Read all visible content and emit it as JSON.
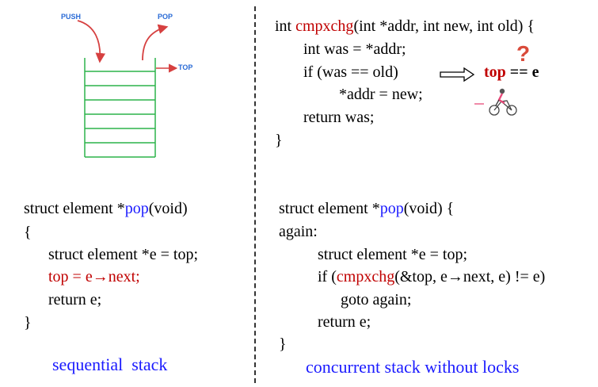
{
  "stack_diagram": {
    "push_label": "PUSH",
    "pop_label": "POP",
    "top_label": "TOP",
    "colors": {
      "arrow": "#d64040",
      "stack": "#2cb34a",
      "label": "#2a6bd6"
    }
  },
  "cmpxchg": {
    "line1": {
      "pre": "int ",
      "fn": "cmpxchg",
      "post": "(int *addr, int new, int old) {"
    },
    "line2": "int was = *addr;",
    "line3": "if (was == old)",
    "line4": "*addr = new;",
    "line5": "return was;",
    "line6": "}",
    "condition": {
      "top": "top",
      "eq": "==",
      "e": "e",
      "question": "?"
    }
  },
  "sequential_pop": {
    "line1": {
      "pre": "struct element *",
      "fn": "pop",
      "post": "(void)"
    },
    "line2": "{",
    "line3": "struct element *e = top;",
    "line4": "top = e→next;",
    "line5": "return e;",
    "line6": "}"
  },
  "concurrent_pop": {
    "line1": {
      "pre": "struct element *",
      "fn": "pop",
      "post": "(void) {"
    },
    "line2": "again:",
    "line3": "struct element *e = top;",
    "line4": {
      "pre": "if (",
      "fn": "cmpxchg",
      "post": "(&top, e→next, e) != e)"
    },
    "line5": "goto again;",
    "line6": "return e;",
    "line7": "}"
  },
  "captions": {
    "left": "sequential  stack",
    "right": "concurrent stack without locks"
  }
}
